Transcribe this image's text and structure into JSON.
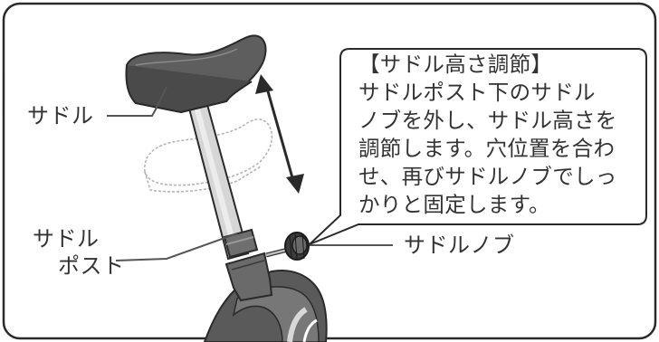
{
  "labels": {
    "saddle": "サドル",
    "saddle_post_line1": "サドル",
    "saddle_post_line2": "ポスト",
    "saddle_knob": "サドルノブ"
  },
  "callout": {
    "lines": [
      "【サドル高さ調節】",
      "サドルポスト下のサドル",
      "ノブを外し、サドル高さを",
      "調節します。穴位置を合わ",
      "せ、再びサドルノブでしっ",
      "かりと固定します。"
    ]
  },
  "colors": {
    "outline": "#2a2a2a",
    "saddle_fill": "#5e5e5e",
    "post_fill": "#d6d6d6",
    "frame_fill": "#5a5a5a",
    "ghost_outline": "#b0b0b0"
  }
}
